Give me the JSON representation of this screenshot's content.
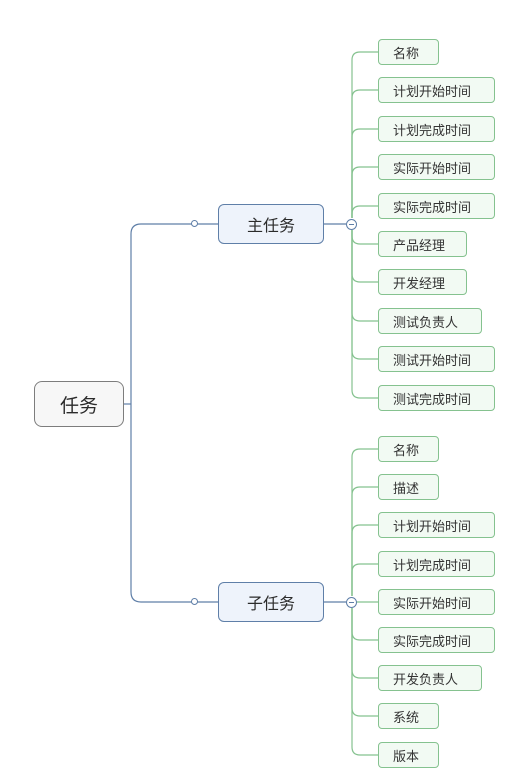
{
  "root": {
    "label": "任务"
  },
  "branches": [
    {
      "key": "main",
      "label": "主任务",
      "children": [
        "名称",
        "计划开始时间",
        "计划完成时间",
        "实际开始时间",
        "实际完成时间",
        "产品经理",
        "开发经理",
        "测试负责人",
        "测试开始时间",
        "测试完成时间"
      ]
    },
    {
      "key": "sub",
      "label": "子任务",
      "children": [
        "名称",
        "描述",
        "计划开始时间",
        "计划完成时间",
        "实际开始时间",
        "实际完成时间",
        "开发负责人",
        "系统",
        "版本"
      ]
    }
  ],
  "colors": {
    "root_border": "#7d7d7d",
    "branch_border": "#5f7fa8",
    "branch_fill": "#eef3fb",
    "leaf_border": "#85c28f",
    "leaf_fill": "#f2faf3"
  }
}
